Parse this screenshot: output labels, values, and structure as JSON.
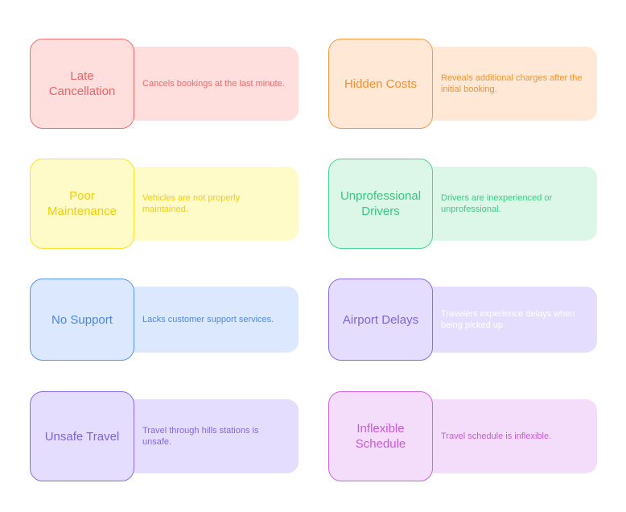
{
  "cards": [
    {
      "title": "Late\nCancellation",
      "desc": "Cancels bookings at the last minute.",
      "colors": {
        "title_bg": "#ffdede",
        "border": "#ef6f6f",
        "title_text": "#ec6262",
        "desc_bg": "#ffdede",
        "desc_text": "#ee6a6a"
      }
    },
    {
      "title": "Hidden Costs",
      "desc": "Reveals additional charges after the initial booking.",
      "colors": {
        "title_bg": "#ffe8d5",
        "border": "#f39a44",
        "title_text": "#f28f2e",
        "desc_bg": "#ffe8d5",
        "desc_text": "#f0932f"
      }
    },
    {
      "title": "Poor\nMaintenance",
      "desc": "Vehicles are not properly maintained.",
      "colors": {
        "title_bg": "#fffbc9",
        "border": "#fde02a",
        "title_text": "#f2cd00",
        "desc_bg": "#fffbc9",
        "desc_text": "#f2cd00"
      }
    },
    {
      "title": "Unprofessional\nDrivers",
      "desc": "Drivers are inexperienced or unprofessional.",
      "colors": {
        "title_bg": "#dcf7e8",
        "border": "#43d693",
        "title_text": "#32c980",
        "desc_bg": "#dcf7e8",
        "desc_text": "#39cb85"
      }
    },
    {
      "title": "No Support",
      "desc": "Lacks customer support services.",
      "colors": {
        "title_bg": "#dce8fd",
        "border": "#5a93ec",
        "title_text": "#4a86e4",
        "desc_bg": "#dce8fd",
        "desc_text": "#4d89e6"
      }
    },
    {
      "title": "Airport Delays",
      "desc": "Travelers experience delays when being picked up.",
      "colors": {
        "title_bg": "#e5ddfd",
        "border": "#8c6ae6",
        "title_text": "#7e63d8",
        "desc_bg": "#e5ddfd",
        "desc_text": "#ffffff"
      }
    },
    {
      "title": "Unsafe Travel",
      "desc": "Travel through hills stations is unsafe.",
      "colors": {
        "title_bg": "#e5ddfd",
        "border": "#8c6ae6",
        "title_text": "#7e63d8",
        "desc_bg": "#e5ddfd",
        "desc_text": "#8466dc"
      }
    },
    {
      "title": "Inflexible\nSchedule",
      "desc": "Travel schedule is inflexible.",
      "colors": {
        "title_bg": "#f4dcfb",
        "border": "#d062e3",
        "title_text": "#cb58dc",
        "desc_bg": "#f4dcfb",
        "desc_text": "#cb58dc"
      }
    }
  ]
}
